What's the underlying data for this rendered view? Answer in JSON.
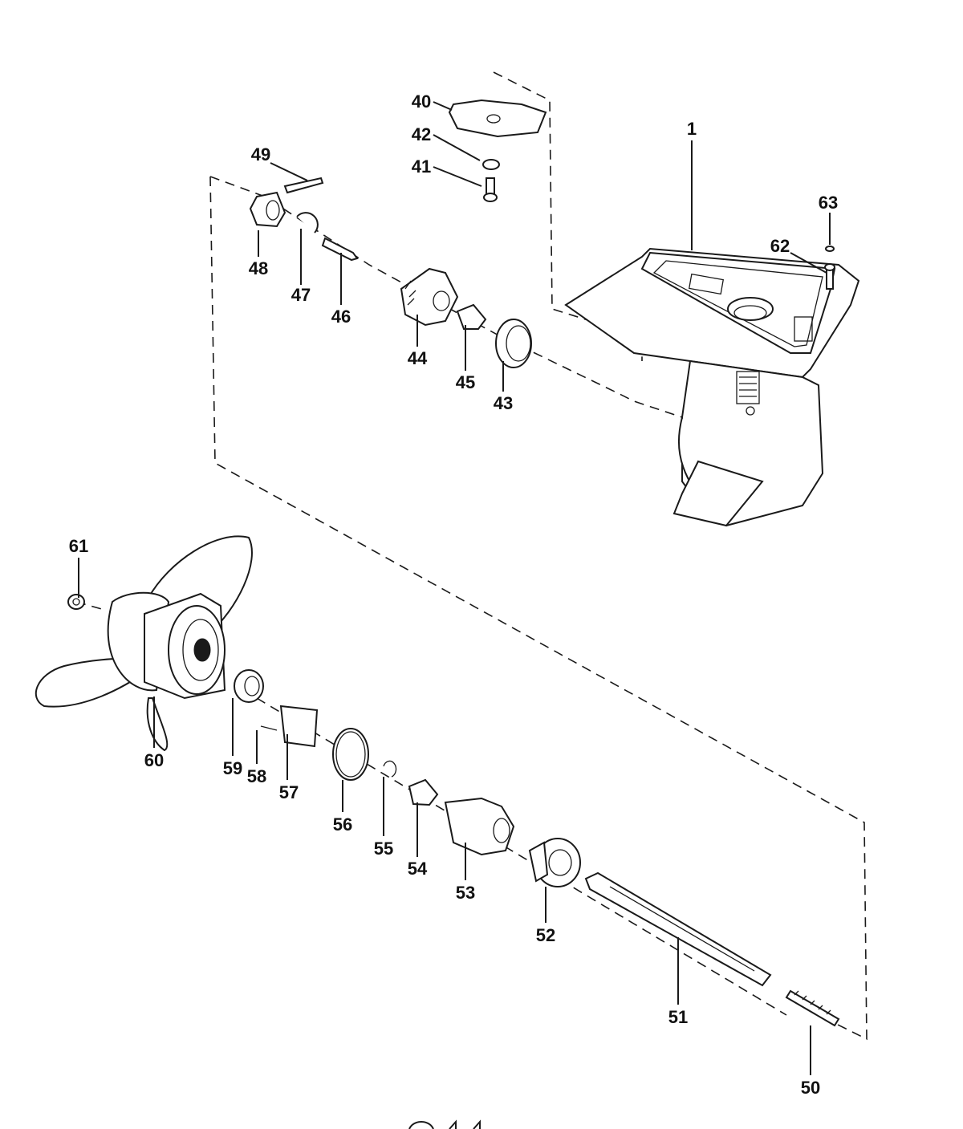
{
  "callouts": {
    "c1": "1",
    "c40": "40",
    "c41": "41",
    "c42": "42",
    "c43": "43",
    "c44": "44",
    "c45": "45",
    "c46": "46",
    "c47": "47",
    "c48": "48",
    "c49": "49",
    "c50": "50",
    "c51": "51",
    "c52": "52",
    "c53": "53",
    "c54": "54",
    "c55": "55",
    "c56": "56",
    "c57": "57",
    "c58": "58",
    "c59": "59",
    "c60": "60",
    "c61": "61",
    "c62": "62",
    "c63": "63"
  }
}
